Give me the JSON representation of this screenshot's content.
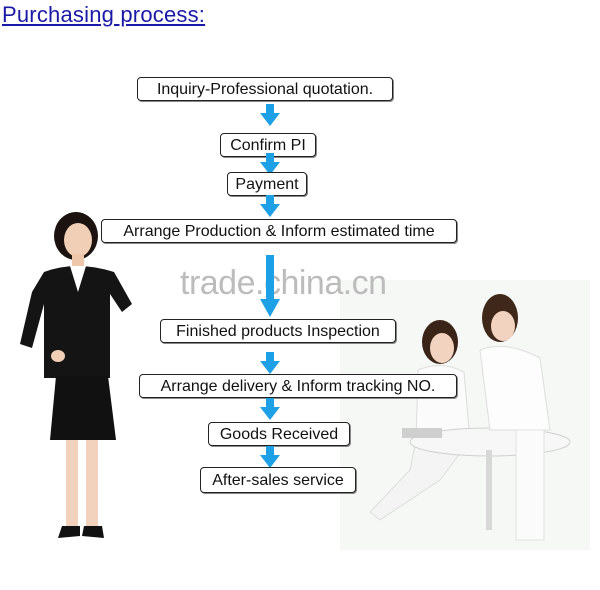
{
  "title": "Purchasing process:",
  "steps": [
    "Inquiry-Professional quotation.",
    "Confirm PI",
    "Payment",
    "Arrange Production & Inform estimated time",
    "Finished products Inspection",
    "Arrange delivery & Inform tracking NO.",
    "Goods Received",
    "After-sales service"
  ],
  "watermark": "trade.china.cn",
  "colors": {
    "title": "#1a1aa8",
    "arrow": "#1ea0e6",
    "box_border": "#222222"
  },
  "icons": [
    "down-arrow-icon"
  ]
}
